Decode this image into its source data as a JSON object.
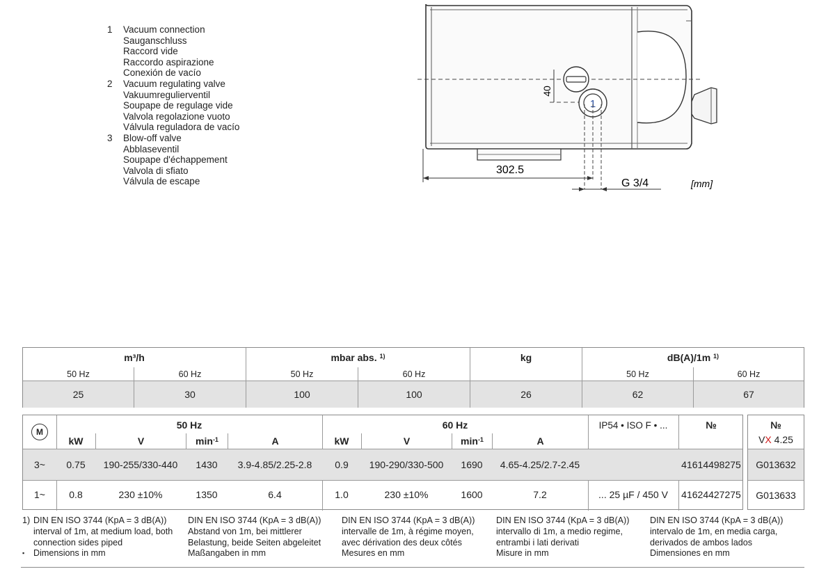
{
  "legend": [
    {
      "num": "1",
      "lines": [
        "Vacuum connection",
        "Sauganschluss",
        "Raccord vide",
        "Raccordo aspirazione",
        "Conexión de vacío"
      ]
    },
    {
      "num": "2",
      "lines": [
        "Vacuum regulating valve",
        "Vakuumregulierventil",
        "Soupape de regulage vide",
        "Valvola regolazione vuoto",
        "Válvula reguladora de vacío"
      ]
    },
    {
      "num": "3",
      "lines": [
        "Blow-off valve",
        "Abblaseventil",
        "Soupape d'échappement",
        "Valvola di sfiato",
        "Válvula de escape"
      ]
    }
  ],
  "drawing": {
    "dim_height": "40",
    "dim_length": "302.5",
    "thread": "G 3/4",
    "unit": "[mm]",
    "callout": "1"
  },
  "table1": {
    "headers": {
      "flow": "m³/h",
      "pressure": "mbar abs.",
      "pressure_note": "1)",
      "weight": "kg",
      "noise": "dB(A)/1m",
      "noise_note": "1)"
    },
    "sub": {
      "hz50": "50 Hz",
      "hz60": "60 Hz"
    },
    "values": {
      "flow50": "25",
      "flow60": "30",
      "press50": "100",
      "press60": "100",
      "weight": "26",
      "noise50": "62",
      "noise60": "67"
    }
  },
  "table2": {
    "motor_symbol": "M",
    "group50": "50 Hz",
    "group60": "60 Hz",
    "protection": "IP54 • ISO F • ...",
    "number_header": "№",
    "code_header": "№",
    "code_sub_v": "V",
    "code_sub_x": "X",
    "code_sub_rest": " 4.25",
    "cols": {
      "kw": "kW",
      "v": "V",
      "min": "min",
      "min_exp": "-1",
      "a": "A"
    },
    "rows": [
      {
        "phase": "3~",
        "kw50": "0.75",
        "v50": "190-255/330-440",
        "min50": "1430",
        "a50": "3.9-4.85/2.25-2.8",
        "kw60": "0.9",
        "v60": "190-290/330-500",
        "min60": "1690",
        "a60": "4.65-4.25/2.7-2.45",
        "extra": "",
        "number": "41614498275",
        "code": "G013632"
      },
      {
        "phase": "1~",
        "kw50": "0.8",
        "v50": "230 ±10%",
        "min50": "1350",
        "a50": "6.4",
        "kw60": "1.0",
        "v60": "230 ±10%",
        "min60": "1600",
        "a60": "7.2",
        "extra": "... 25 µF / 450 V",
        "number": "41624427275",
        "code": "G013633"
      }
    ]
  },
  "footnotes": {
    "mark1": "1)",
    "mark2": "▪",
    "cols": [
      {
        "l1": "DIN EN ISO 3744 (KpA = 3 dB(A))",
        "l2": "interval of 1m, at medium load, both",
        "l3": "connection sides piped",
        "l4": "Dimensions in mm"
      },
      {
        "l1": "DIN EN ISO 3744 (KpA = 3 dB(A))",
        "l2": "Abstand von 1m, bei mittlerer",
        "l3": "Belastung, beide Seiten abgeleitet",
        "l4": "Maßangaben in mm"
      },
      {
        "l1": "DIN EN ISO 3744 (KpA = 3 dB(A))",
        "l2": "intervalle de 1m, à régime moyen,",
        "l3": "avec dérivation des deux côtés",
        "l4": "Mesures en mm"
      },
      {
        "l1": "DIN EN ISO 3744 (KpA = 3 dB(A))",
        "l2": "intervallo di 1m, a medio regime,",
        "l3": "entrambi i lati derivati",
        "l4": "Misure in mm"
      },
      {
        "l1": "DIN EN ISO 3744 (KpA = 3 dB(A))",
        "l2": "intervalo de 1m, en media carga,",
        "l3": "derivados de ambos lados",
        "l4": "Dimensiones en mm"
      }
    ]
  }
}
